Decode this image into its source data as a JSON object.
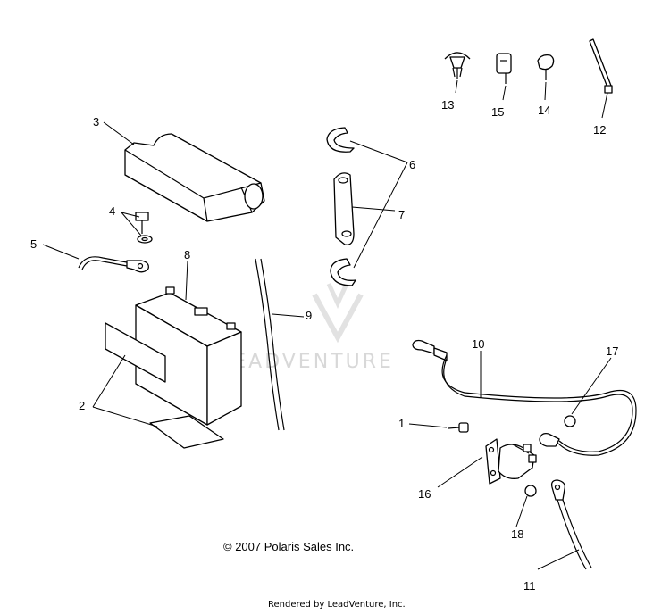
{
  "callouts": [
    "1",
    "2",
    "3",
    "4",
    "5",
    "6",
    "7",
    "8",
    "9",
    "10",
    "11",
    "12",
    "13",
    "14",
    "15",
    "16",
    "17",
    "18"
  ],
  "copyright": "© 2007 Polaris Sales Inc.",
  "watermark": "LEADVENTURE",
  "footer": "Rendered by LeadVenture, Inc."
}
